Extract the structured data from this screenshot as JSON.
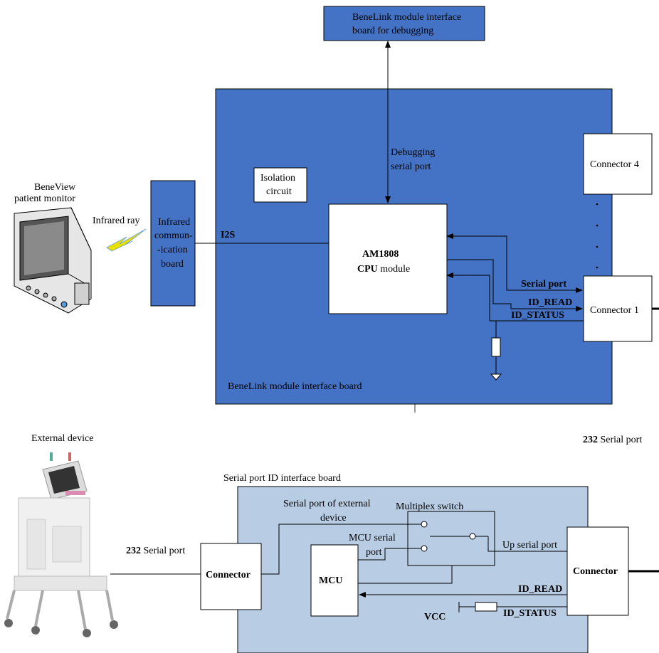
{
  "colors": {
    "blue_board": "#4472c4",
    "light_board": "#b8cce4",
    "white_box": "#ffffff",
    "stroke": "#000000"
  },
  "debug_board": {
    "label_line1": "BeneLink module interface",
    "label_line2": "board for debugging"
  },
  "main_board": {
    "label": "BeneLink module interface board",
    "debug_port_line1": "Debugging",
    "debug_port_line2": "serial port",
    "isolation_line1": "Isolation",
    "isolation_line2": "circuit",
    "cpu_line1": "AM1808",
    "cpu_line2_bold": "CPU",
    "cpu_line2_rest": " module",
    "i2s": "I2S",
    "serial_port": "Serial port",
    "id_read": "ID_READ",
    "id_status": "ID_STATUS",
    "connector4": "Connector 4",
    "connector1": "Connector 1"
  },
  "patient_monitor": {
    "label_line1": "BeneView",
    "label_line2": "patient monitor",
    "infrared_ray": "Infrared ray"
  },
  "ir_board": {
    "line1": "Infrared",
    "line2": "commun-",
    "line3": "-ication",
    "line4": "board"
  },
  "external_device": {
    "label": "External device"
  },
  "right_232": {
    "bold": "232",
    "rest": " Serial port"
  },
  "left_232": {
    "bold": "232",
    "rest": " Serial port"
  },
  "id_board": {
    "label": "Serial port ID interface board",
    "left_connector": "Connector",
    "right_connector": "Connector",
    "ext_serial_line1": "Serial port of external",
    "ext_serial_line2": "device",
    "multiplex": "Multiplex switch",
    "mcu_serial_line1": "MCU serial",
    "mcu_serial_line2": "port",
    "mcu": "MCU",
    "up_serial": "Up serial port",
    "id_read": "ID_READ",
    "id_status": "ID_STATUS",
    "vcc": "VCC"
  }
}
